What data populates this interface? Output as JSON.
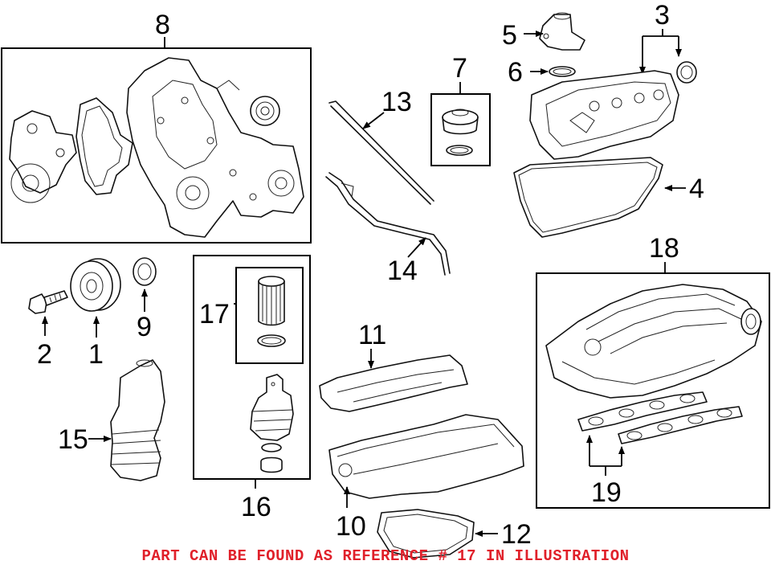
{
  "callouts": {
    "c1": "1",
    "c2": "2",
    "c3": "3",
    "c4": "4",
    "c5": "5",
    "c6": "6",
    "c7": "7",
    "c8": "8",
    "c9": "9",
    "c10": "10",
    "c11": "11",
    "c12": "12",
    "c13": "13",
    "c14": "14",
    "c15": "15",
    "c16": "16",
    "c17": "17",
    "c18": "18",
    "c19": "19"
  },
  "footnote": "PART CAN BE FOUND AS REFERENCE # 17 IN ILLUSTRATION",
  "colors": {
    "footnote": "#e0202a",
    "line": "#111111"
  }
}
